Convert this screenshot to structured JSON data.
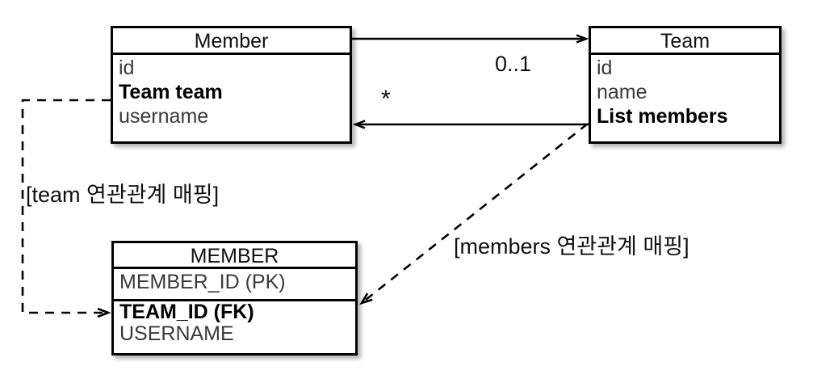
{
  "diagram": {
    "title": "JPA Member-Team association mapping diagram",
    "background_color": "#ffffff",
    "line_color": "#000000",
    "attribute_text_color": "#3a3a3a"
  },
  "boxes": {
    "member_class": {
      "name": "Member",
      "attributes": [
        {
          "label": "id",
          "bold": false
        },
        {
          "label": "Team team",
          "bold": true
        },
        {
          "label": "username",
          "bold": false
        }
      ]
    },
    "team_class": {
      "name": "Team",
      "attributes": [
        {
          "label": "id",
          "bold": false
        },
        {
          "label": "name",
          "bold": false
        },
        {
          "label": "List members",
          "bold": true
        }
      ]
    },
    "member_table": {
      "name": "MEMBER",
      "columns": [
        {
          "label": "MEMBER_ID (PK)",
          "bold": false
        },
        {
          "label": "TEAM_ID (FK)",
          "bold": true
        },
        {
          "label": "USERNAME",
          "bold": false
        }
      ]
    }
  },
  "edges": {
    "member_to_team_multiplicity": "0..1",
    "team_to_member_multiplicity": "*",
    "team_mapping_note": "[team 연관관계 매핑]",
    "members_mapping_note": "[members 연관관계 매핑]"
  }
}
